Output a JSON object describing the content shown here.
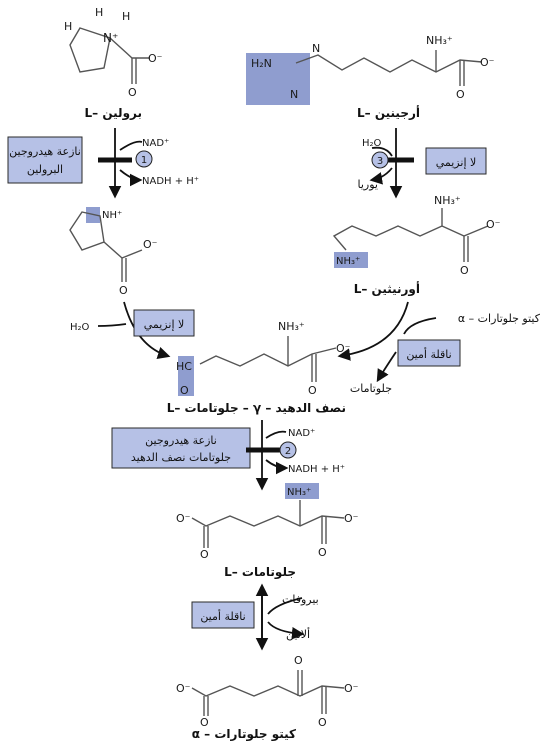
{
  "colors": {
    "enzyme_box_fill": "#b6c1e6",
    "highlight_fill": "#8f9dcf",
    "arrow": "#111111",
    "bond": "#555555"
  },
  "compounds": {
    "proline": "L– برولين",
    "arginine": "L– أرجينين",
    "pyrroline_nh": "NH⁺",
    "ornithine": "L– أورنيثين",
    "glutamate_semialdehyde": "L– جلوتامات – γ – نصف الدهيد",
    "glutamate": "L– جلوتامات",
    "alpha_ketoglutarate": "α – كيتو جلوتارات"
  },
  "groups": {
    "nh3_plus": "NH₃⁺",
    "carboxylate": "O⁻",
    "o": "O",
    "h2n": "H₂N",
    "n": "N",
    "h": "H",
    "hc": "HC",
    "proline_n": "N⁺",
    "proline_h_left": "H",
    "proline_h_right": "H"
  },
  "enzymes": {
    "proline_dehydrogenase": [
      "نازعة هيدروجين",
      "البرولين"
    ],
    "nonenzymatic_1": "لا إنزيمي",
    "nonenzymatic_2": "لا إنزيمي",
    "transaminase_1": "ناقلة أمين",
    "glutamate_semialdehyde_dehydrogenase": [
      "نازعة هيدروجين",
      "جلوتامات نصف الدهيد"
    ],
    "transaminase_2": "ناقلة أمين"
  },
  "steps": {
    "step1": "1",
    "step2": "2",
    "step3": "3"
  },
  "cofactors": {
    "nad1": "NAD⁺",
    "nadh1": "NADH + H⁺",
    "nad2": "NAD⁺",
    "nadh2": "NADH + H⁺",
    "h2o_1": "H₂O",
    "urea": "يوريا",
    "h2o_2": "H₂O",
    "akg_in": "α – كيتو جلوتارات",
    "glutamate_out": "جلوتامات",
    "pyruvate": "بيروفات",
    "alanine": "ألانين"
  }
}
